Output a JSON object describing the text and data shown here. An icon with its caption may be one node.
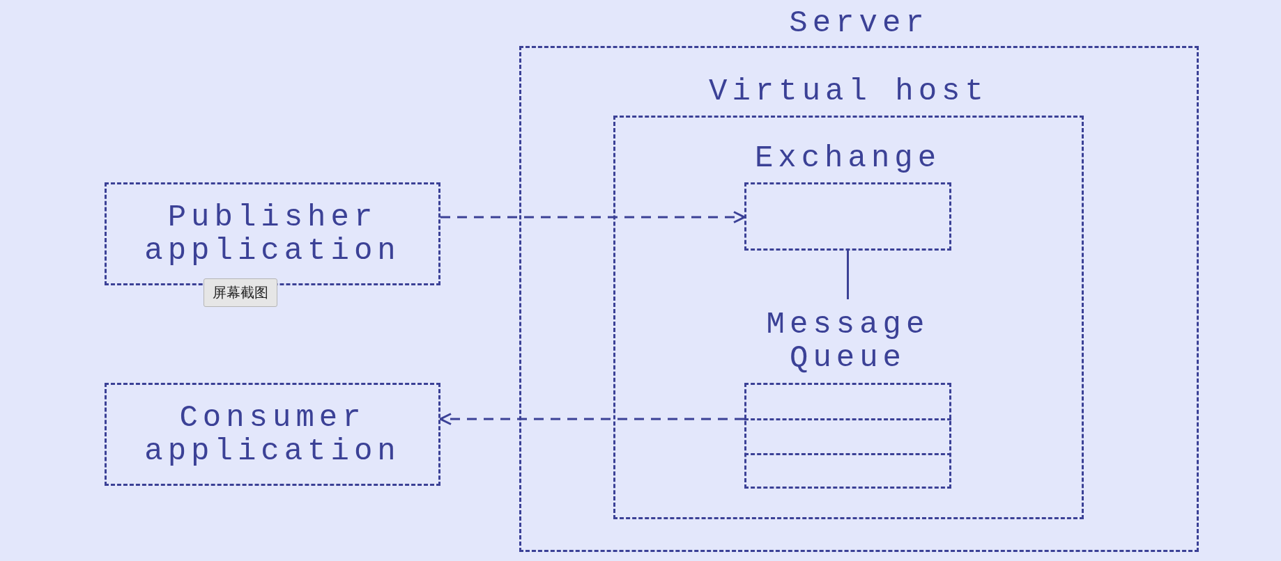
{
  "diagram": {
    "nodes": [
      {
        "text": [
          "Server"
        ]
      },
      {
        "text": [
          "Virtual host"
        ],
        "in": 0
      },
      {
        "text": [
          "Exchange"
        ],
        "in": 1
      },
      {
        "text": [
          "Message Queue"
        ],
        "in": 1
      },
      {
        "text": [
          "Publisher application"
        ]
      },
      {
        "text": [
          "Consumer application"
        ]
      }
    ],
    "edges": [
      {
        "from": 4,
        "to": 2,
        "arrow": "to",
        "style": "dashed"
      },
      {
        "from": 2,
        "to": 3,
        "arrow": "none"
      },
      {
        "from": 3,
        "to": 5,
        "arrow": "to",
        "style": "dashed"
      }
    ],
    "labels": [
      "屏幕截图"
    ]
  }
}
